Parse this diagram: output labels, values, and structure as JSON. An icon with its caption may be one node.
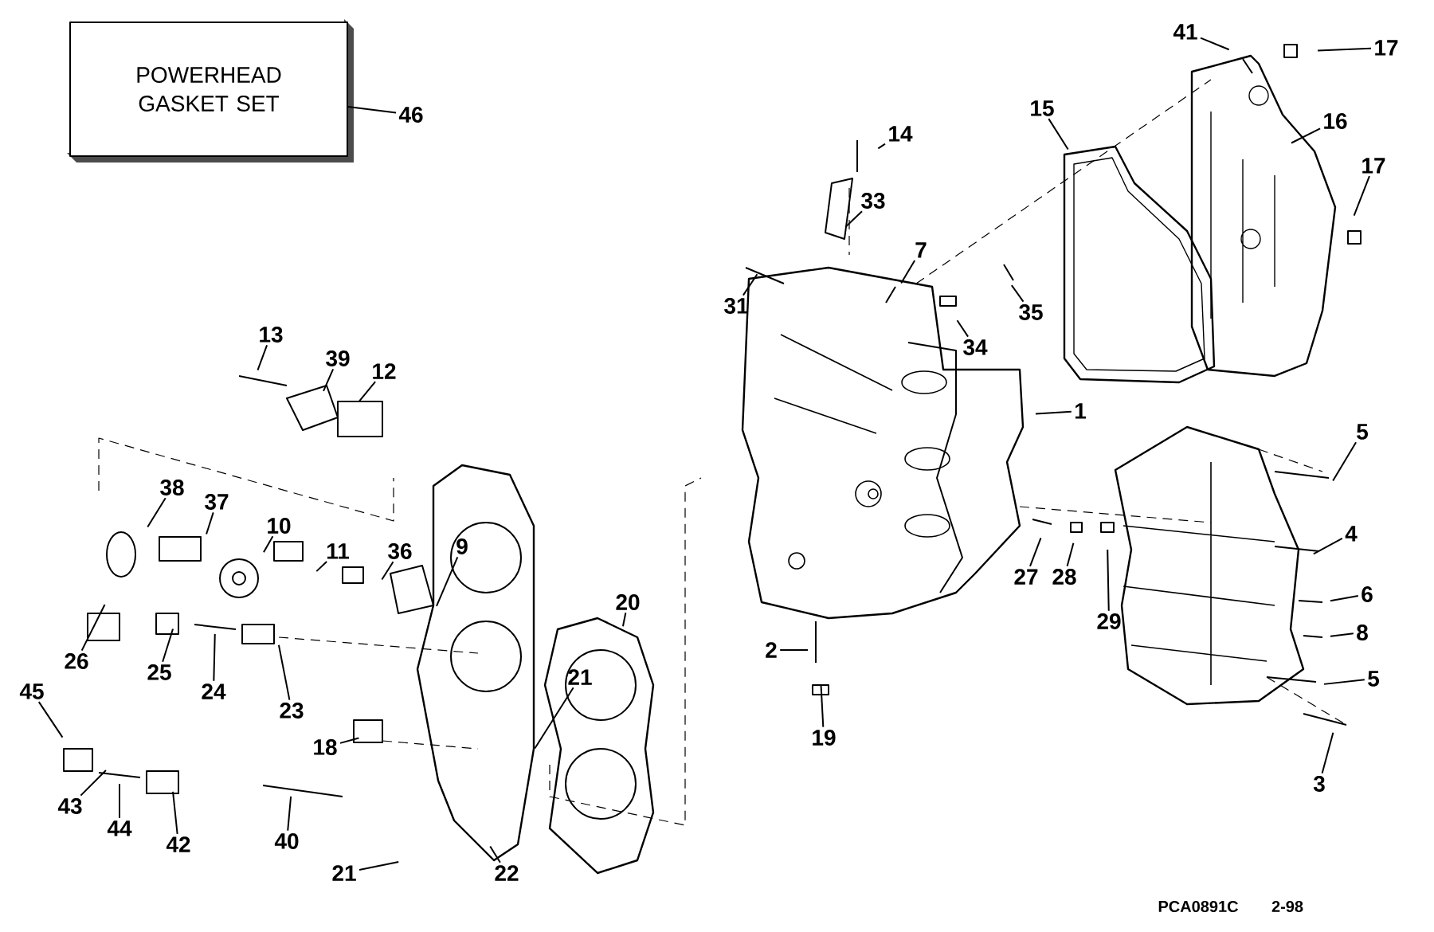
{
  "diagram": {
    "nodes": [
      {
        "text": [
          "POWERHEAD GASKET SET"
        ]
      },
      {
        "text": [
          "46"
        ]
      },
      {
        "text": [
          "41"
        ]
      },
      {
        "text": [
          "17"
        ]
      },
      {
        "text": [
          "15"
        ]
      },
      {
        "text": [
          "16"
        ]
      },
      {
        "text": [
          "14"
        ]
      },
      {
        "text": [
          "17"
        ]
      },
      {
        "text": [
          "33"
        ]
      },
      {
        "text": [
          "7"
        ]
      },
      {
        "text": [
          "31"
        ]
      },
      {
        "text": [
          "35"
        ]
      },
      {
        "text": [
          "34"
        ]
      },
      {
        "text": [
          "13"
        ]
      },
      {
        "text": [
          "39"
        ]
      },
      {
        "text": [
          "12"
        ]
      },
      {
        "text": [
          "1"
        ]
      },
      {
        "text": [
          "5"
        ]
      },
      {
        "text": [
          "38"
        ]
      },
      {
        "text": [
          "37"
        ]
      },
      {
        "text": [
          "10"
        ]
      },
      {
        "text": [
          "11"
        ]
      },
      {
        "text": [
          "36"
        ]
      },
      {
        "text": [
          "9"
        ]
      },
      {
        "text": [
          "4"
        ]
      },
      {
        "text": [
          "27"
        ]
      },
      {
        "text": [
          "28"
        ]
      },
      {
        "text": [
          "20"
        ]
      },
      {
        "text": [
          "6"
        ]
      },
      {
        "text": [
          "29"
        ]
      },
      {
        "text": [
          "8"
        ]
      },
      {
        "text": [
          "2"
        ]
      },
      {
        "text": [
          "26"
        ]
      },
      {
        "text": [
          "25"
        ]
      },
      {
        "text": [
          "24"
        ]
      },
      {
        "text": [
          "23"
        ]
      },
      {
        "text": [
          "21"
        ]
      },
      {
        "text": [
          "5"
        ]
      },
      {
        "text": [
          "45"
        ]
      },
      {
        "text": [
          "19"
        ]
      },
      {
        "text": [
          "18"
        ]
      },
      {
        "text": [
          "3"
        ]
      },
      {
        "text": [
          "43"
        ]
      },
      {
        "text": [
          "44"
        ]
      },
      {
        "text": [
          "42"
        ]
      },
      {
        "text": [
          "40"
        ]
      },
      {
        "text": [
          "21"
        ]
      },
      {
        "text": [
          "22"
        ]
      }
    ],
    "edges": [
      {
        "from": 1,
        "to": 0,
        "arrow": "none"
      },
      {
        "from": 2,
        "to": null,
        "arrow": "none"
      },
      {
        "from": 3,
        "to": null,
        "arrow": "none"
      },
      {
        "from": 4,
        "to": null,
        "arrow": "none"
      },
      {
        "from": 5,
        "to": null,
        "arrow": "none"
      },
      {
        "from": 6,
        "to": null,
        "arrow": "none"
      },
      {
        "from": 7,
        "to": null,
        "arrow": "none"
      },
      {
        "from": 8,
        "to": null,
        "arrow": "none"
      },
      {
        "from": 9,
        "to": null,
        "arrow": "none"
      },
      {
        "from": 10,
        "to": null,
        "arrow": "none"
      },
      {
        "from": 11,
        "to": null,
        "arrow": "none"
      },
      {
        "from": 12,
        "to": null,
        "arrow": "none"
      },
      {
        "from": 13,
        "to": null,
        "arrow": "none"
      },
      {
        "from": 14,
        "to": null,
        "arrow": "none"
      },
      {
        "from": 15,
        "to": null,
        "arrow": "none"
      },
      {
        "from": 16,
        "to": null,
        "arrow": "none"
      },
      {
        "from": 17,
        "to": null,
        "arrow": "none"
      },
      {
        "from": 18,
        "to": null,
        "arrow": "none"
      },
      {
        "from": 19,
        "to": null,
        "arrow": "none"
      },
      {
        "from": 20,
        "to": null,
        "arrow": "none"
      },
      {
        "from": 21,
        "to": null,
        "arrow": "none"
      },
      {
        "from": 22,
        "to": null,
        "arrow": "none"
      },
      {
        "from": 23,
        "to": null,
        "arrow": "none"
      },
      {
        "from": 24,
        "to": null,
        "arrow": "none"
      },
      {
        "from": 25,
        "to": null,
        "arrow": "none"
      },
      {
        "from": 26,
        "to": null,
        "arrow": "none"
      },
      {
        "from": 27,
        "to": null,
        "arrow": "none"
      },
      {
        "from": 28,
        "to": null,
        "arrow": "none"
      },
      {
        "from": 29,
        "to": null,
        "arrow": "none"
      },
      {
        "from": 30,
        "to": null,
        "arrow": "none"
      },
      {
        "from": 31,
        "to": null,
        "arrow": "none"
      },
      {
        "from": 32,
        "to": null,
        "arrow": "none"
      },
      {
        "from": 33,
        "to": null,
        "arrow": "none"
      },
      {
        "from": 34,
        "to": null,
        "arrow": "none"
      },
      {
        "from": 35,
        "to": null,
        "arrow": "none"
      },
      {
        "from": 36,
        "to": null,
        "arrow": "none"
      },
      {
        "from": 37,
        "to": null,
        "arrow": "none"
      },
      {
        "from": 38,
        "to": null,
        "arrow": "none"
      },
      {
        "from": 39,
        "to": null,
        "arrow": "none"
      },
      {
        "from": 40,
        "to": null,
        "arrow": "none"
      },
      {
        "from": 41,
        "to": null,
        "arrow": "none"
      },
      {
        "from": 42,
        "to": null,
        "arrow": "none"
      },
      {
        "from": 43,
        "to": null,
        "arrow": "none"
      },
      {
        "from": 44,
        "to": null,
        "arrow": "none"
      },
      {
        "from": 45,
        "to": null,
        "arrow": "none"
      },
      {
        "from": 46,
        "to": null,
        "arrow": "none"
      },
      {
        "from": 47,
        "to": null,
        "arrow": "none"
      }
    ],
    "labels": [
      "PCA0891C",
      "2-98"
    ]
  }
}
